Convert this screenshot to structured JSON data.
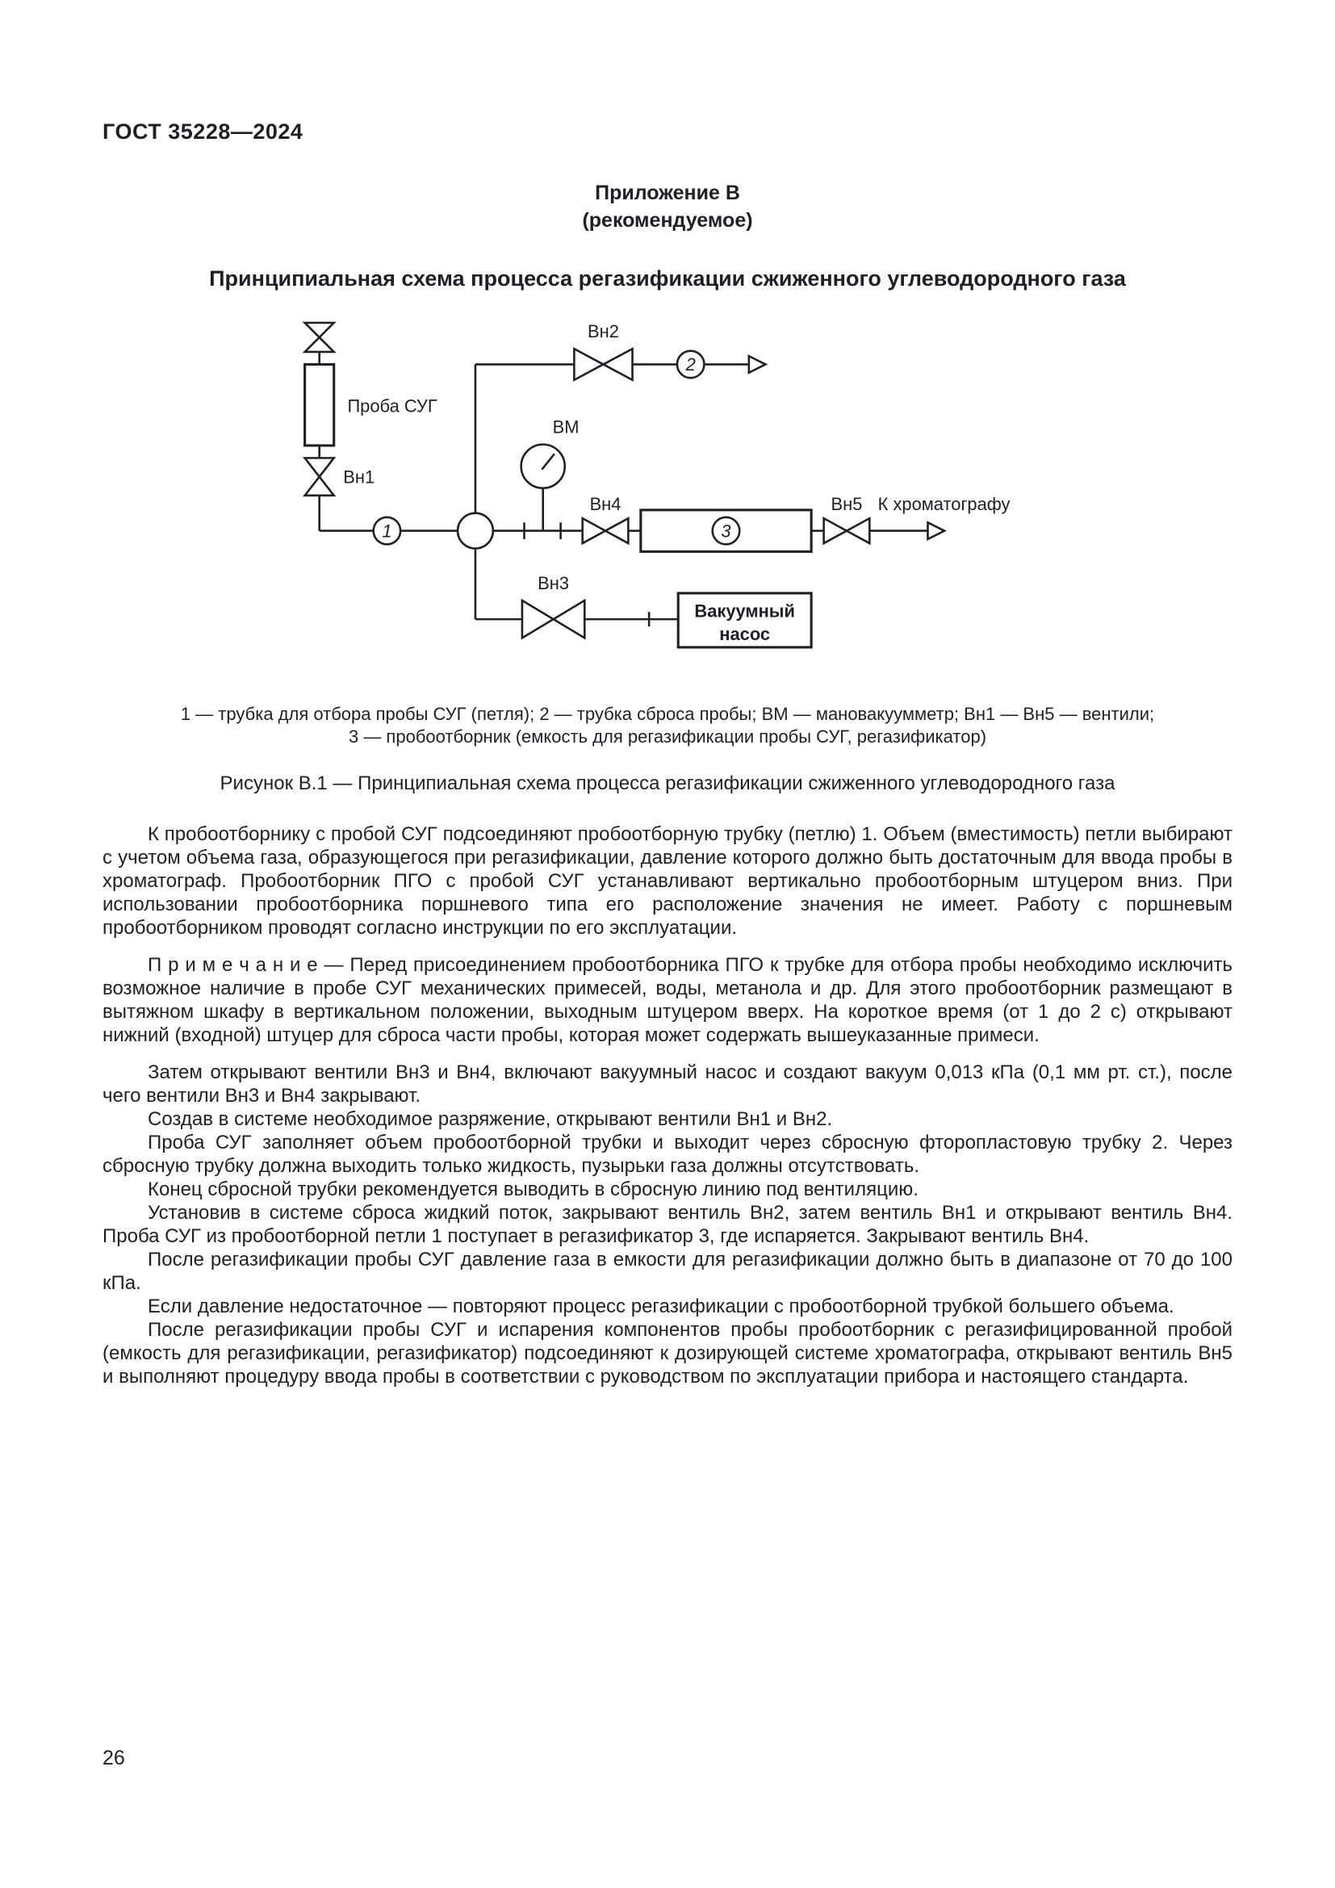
{
  "page": {
    "header": "ГОСТ 35228—2024",
    "page_number": "26"
  },
  "appendix": {
    "title": "Приложение В",
    "subtitle": "(рекомендуемое)",
    "heading": "Принципиальная схема процесса регазификации сжиженного углеводородного газа"
  },
  "diagram": {
    "labels": {
      "sample": "Проба СУГ",
      "vn1": "Вн1",
      "vn2": "Вн2",
      "vn3": "Вн3",
      "vn4": "Вн4",
      "vn5": "Вн5",
      "vm": "ВМ",
      "vacuum_pump_line1": "Вакуумный",
      "vacuum_pump_line2": "насос",
      "to_chromatograph": "К хроматографу",
      "node1": "1",
      "node2": "2",
      "node3": "3"
    },
    "ink_color": "#1d2026"
  },
  "figure": {
    "legend_line1": "1 — трубка для отбора пробы СУГ (петля); 2 — трубка сброса пробы; ВМ — мановакуумметр; Вн1 — Вн5 — вентили;",
    "legend_line2": "3 — пробоотборник (емкость для регазификации пробы СУГ, регазификатор)",
    "caption": "Рисунок В.1 — Принципиальная схема процесса регазификации сжиженного углеводородного газа"
  },
  "body": {
    "paragraphs": [
      "К пробоотборнику с пробой СУГ подсоединяют пробоотборную трубку (петлю) 1. Объем (вместимость) петли выбирают с учетом объема газа, образующегося при регазификации, давление которого должно быть достаточным для ввода пробы в хроматограф. Пробоотборник ПГО с пробой СУГ устанавливают вертикально пробоотборным штуцером вниз. При использовании пробоотборника поршневого типа его расположение значения не имеет. Работу с поршневым пробоотборником проводят согласно инструкции по его эксплуатации.",
      "П р и м е ч а н и е — Перед присоединением пробоотборника ПГО к трубке для отбора пробы необходимо исключить возможное наличие в пробе СУГ механических примесей, воды, метанола и др. Для этого пробоотборник размещают в вытяжном шкафу в вертикальном положении, выходным штуцером вверх. На короткое время (от 1 до 2 с) открывают нижний (входной) штуцер для сброса части пробы, которая может содержать вышеуказанные примеси.",
      "Затем открывают вентили Вн3 и Вн4, включают вакуумный насос и создают вакуум 0,013 кПа (0,1 мм рт. ст.), после чего вентили Вн3 и Вн4 закрывают.",
      "Создав в системе необходимое разряжение, открывают вентили Вн1 и Вн2.",
      "Проба СУГ заполняет объем пробоотборной трубки и выходит через сбросную фторопластовую трубку 2. Через сбросную трубку должна выходить только жидкость, пузырьки газа должны отсутствовать.",
      "Конец сбросной трубки рекомендуется выводить в сбросную линию под вентиляцию.",
      "Установив в системе сброса жидкий поток, закрывают вентиль Вн2, затем вентиль Вн1 и открывают вентиль Вн4. Проба СУГ из пробоотборной петли 1 поступает в регазификатор 3, где испаряется. Закрывают вентиль Вн4.",
      "После регазификации пробы СУГ давление газа в емкости для регазификации должно быть в диапазоне от 70 до 100 кПа.",
      "Если давление недостаточное — повторяют процесс регазификации с пробоотборной трубкой большего объема.",
      "После регазификации пробы СУГ и испарения компонентов пробы пробоотборник с регазифицированной пробой (емкость для регазификации, регазификатор) подсоединяют к дозирующей системе хроматографа, открывают вентиль Вн5 и выполняют процедуру ввода пробы в соответствии с руководством по эксплуатации прибора и настоящего стандарта."
    ]
  }
}
